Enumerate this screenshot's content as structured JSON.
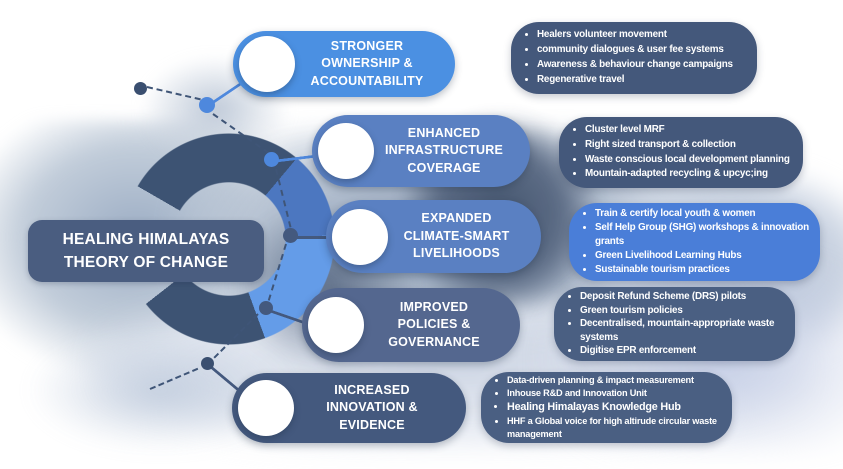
{
  "title": "HEALING HIMALAYAS\nTHEORY OF CHANGE",
  "colors": {
    "title_bg": "#4a5d80",
    "arc_dark": "#3d5373",
    "arc_medium": "#4c77c0",
    "arc_light": "#649ce8",
    "connector_blue": "#4e88dd",
    "connector_slate": "#44597e"
  },
  "outcomes": [
    {
      "label": "STRONGER\nOWNERSHIP &\nACCOUNTABILITY",
      "pill_color": "#4b90e2",
      "box_color": "#44587b",
      "bullets": [
        "Healers volunteer movement",
        "community dialogues & user fee systems",
        "Awareness & behaviour change campaigns",
        "Regenerative travel"
      ]
    },
    {
      "label": "ENHANCED\nINFRASTRUCTURE\nCOVERAGE",
      "pill_color": "#5a80c2",
      "box_color": "#44587b",
      "bullets": [
        "Cluster level MRF",
        "Right sized transport & collection",
        "Waste conscious local development planning",
        "Mountain-adapted recycling & upcyc;ing"
      ]
    },
    {
      "label": "EXPANDED\nCLIMATE-SMART\nLIVELIHOODS",
      "pill_color": "#5a80c2",
      "box_color": "#4a7ed8",
      "bullets": [
        "Train & certify local youth & women",
        "Self Help Group (SHG) workshops & innovation grants",
        "Green Livelihood Learning Hubs",
        "Sustainable tourism practices"
      ]
    },
    {
      "label": "IMPROVED\nPOLICIES &\nGOVERNANCE",
      "pill_color": "#54678f",
      "box_color": "#4a5f82",
      "bullets": [
        "Deposit Refund Scheme (DRS) pilots",
        "Green tourism policies",
        "Decentralised, mountain-appropriate waste systems",
        "Digitise EPR enforcement"
      ]
    },
    {
      "label": "INCREASED\nINNOVATION &\nEVIDENCE",
      "pill_color": "#44597e",
      "box_color": "#4a5f82",
      "bullets": [
        "Data-driven planning & impact measurement",
        "Inhouse R&D and Innovation Unit",
        "Healing Himalayas Knowledge Hub",
        "HHF a Global voice for high altirude circular waste management"
      ]
    }
  ]
}
